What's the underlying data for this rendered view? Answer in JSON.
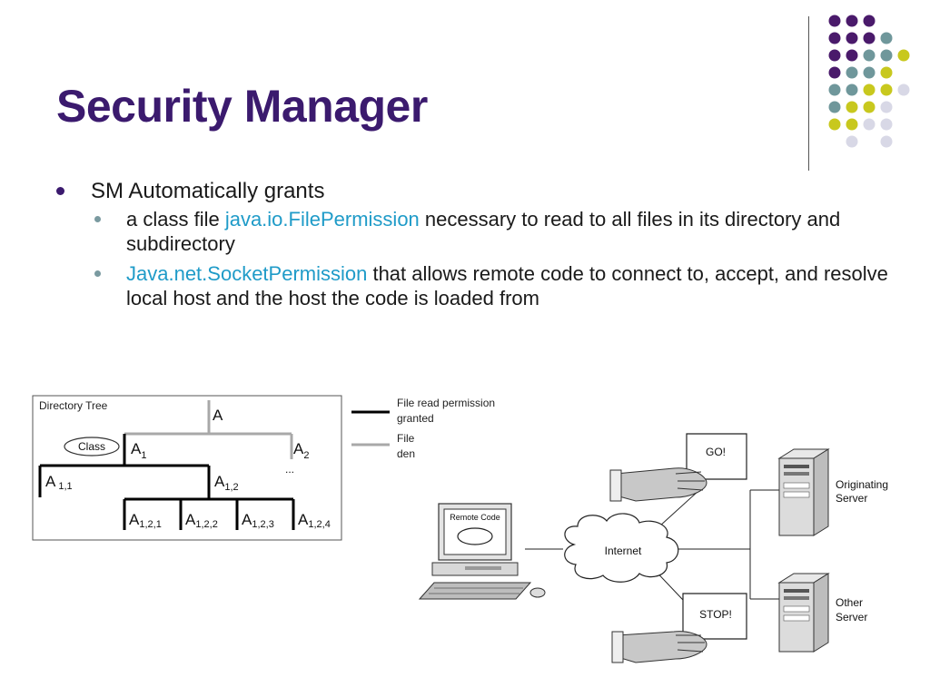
{
  "title": "Security Manager",
  "bullets": {
    "main": "SM Automatically grants",
    "sub1": {
      "pre": "a class file ",
      "highlight": "java.io.FilePermission",
      "post": " necessary to read to all files in its directory and subdirectory"
    },
    "sub2": {
      "pre": "",
      "highlight": "Java.net.SocketPermission",
      "post": " that allows remote code to connect to, accept, and resolve local host and the host the code is loaded from"
    }
  },
  "tree": {
    "caption": "Directory Tree",
    "root": "A",
    "class_label": "Class",
    "a1": "A",
    "a1_sub": "1",
    "a2": "A",
    "a2_sub": "2",
    "ellipsis": "...",
    "a11": "A",
    "a11_sub": "1,1",
    "a12": "A",
    "a12_sub": "1,2",
    "a121": "A",
    "a121_sub": "1,2,1",
    "a122": "A",
    "a122_sub": "1,2,2",
    "a123": "A",
    "a123_sub": "1,2,3",
    "a124": "A",
    "a124_sub": "1,2,4",
    "legend_granted_1": "File read permission",
    "legend_granted_2": "granted",
    "legend_denied_1": "File",
    "legend_denied_2": "den"
  },
  "network": {
    "remote_code": "Remote Code",
    "internet": "Internet",
    "go": "GO!",
    "stop": "STOP!",
    "originating_1": "Originating",
    "originating_2": "Server",
    "other_1": "Other",
    "other_2": "Server"
  },
  "colors": {
    "title": "#3b1a6e",
    "highlight": "#1f9bc8",
    "dot_purple": "#4a1a6b",
    "dot_teal": "#6f979b",
    "dot_olive": "#c8c81e",
    "dot_lavender": "#d8d8e6"
  }
}
